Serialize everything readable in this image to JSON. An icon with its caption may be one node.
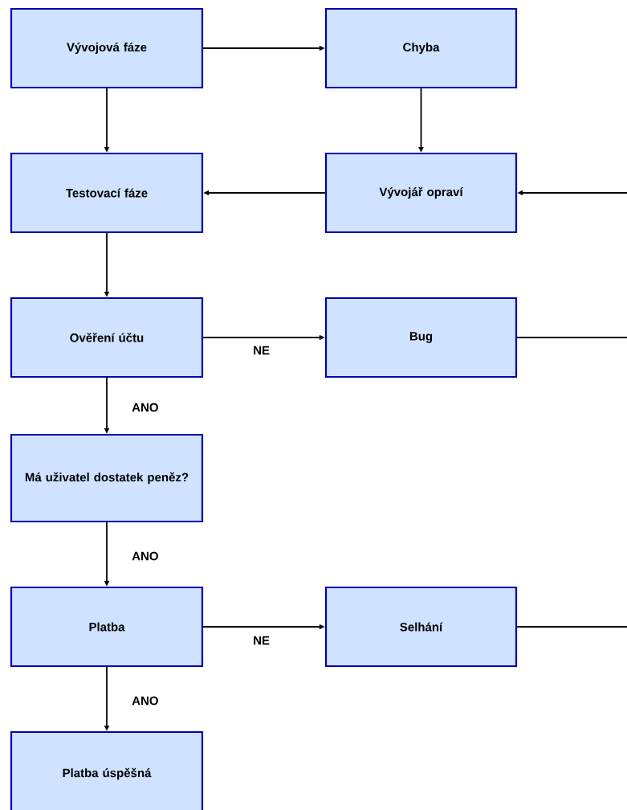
{
  "diagram": {
    "nodes": [
      {
        "text": [
          "Vývojová fáze"
        ]
      },
      {
        "text": [
          "Chyba"
        ]
      },
      {
        "text": [
          "Testovací fáze"
        ]
      },
      {
        "text": [
          "Vývojář opraví"
        ]
      },
      {
        "text": [
          "Ověření účtu"
        ]
      },
      {
        "text": [
          "Bug"
        ]
      },
      {
        "text": [
          "Má uživatel dostatek peněz?"
        ]
      },
      {
        "text": [
          "Platba"
        ]
      },
      {
        "text": [
          "Selhání"
        ]
      },
      {
        "text": [
          "Platba úspěšná"
        ]
      }
    ],
    "edges": [
      {
        "from": 0,
        "to": 1,
        "arrow": "to"
      },
      {
        "from": 0,
        "to": 2,
        "arrow": "to"
      },
      {
        "from": 1,
        "to": 3,
        "arrow": "to"
      },
      {
        "from": 3,
        "to": 2,
        "arrow": "to"
      },
      {
        "from": null,
        "to": 3,
        "arrow": "to"
      },
      {
        "from": 2,
        "to": 4,
        "arrow": "to"
      },
      {
        "from": 4,
        "to": 5,
        "arrow": "to",
        "label": "NE"
      },
      {
        "from": 5,
        "to": null,
        "arrow": "none"
      },
      {
        "from": 4,
        "to": 6,
        "arrow": "to",
        "label": "ANO"
      },
      {
        "from": 6,
        "to": 7,
        "arrow": "to",
        "label": "ANO"
      },
      {
        "from": 7,
        "to": 8,
        "arrow": "to",
        "label": "NE"
      },
      {
        "from": 8,
        "to": null,
        "arrow": "none"
      },
      {
        "from": 7,
        "to": 9,
        "arrow": "to",
        "label": "ANO"
      }
    ]
  }
}
